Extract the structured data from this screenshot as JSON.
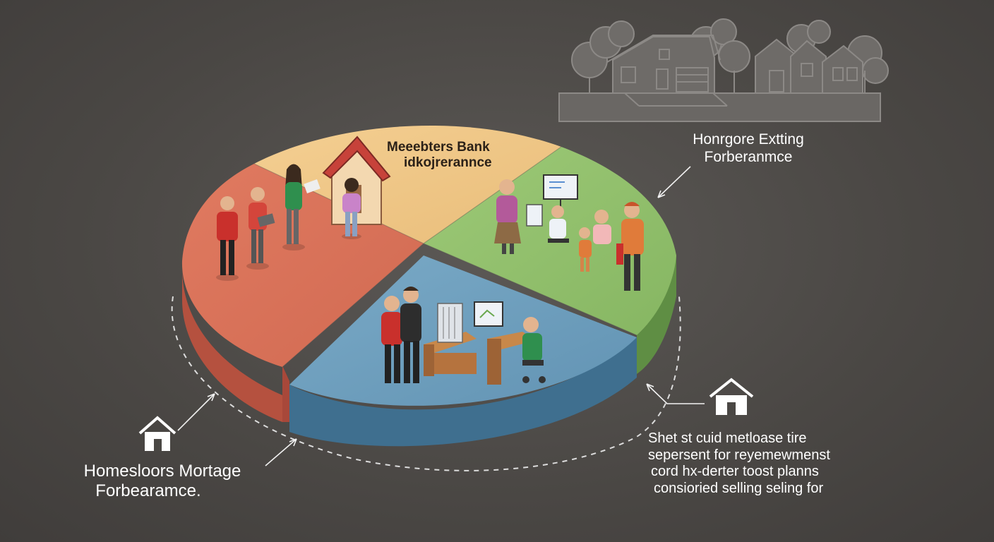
{
  "colors": {
    "background": "#4a4744",
    "slice_red": "#d9735a",
    "slice_yellow": "#efc685",
    "slice_green": "#8fbf68",
    "slice_blue": "#6e9fbe",
    "sketch": "#8a8785"
  },
  "slices": [
    {
      "id": "red",
      "color_key": "slice_red"
    },
    {
      "id": "yellow",
      "color_key": "slice_yellow"
    },
    {
      "id": "green",
      "color_key": "slice_green"
    },
    {
      "id": "blue",
      "color_key": "slice_blue"
    }
  ],
  "labels": {
    "pie_top": [
      "Meeebters Bank",
      "idkojrerannce"
    ],
    "top_right": [
      "Honrgore Extting",
      "Forberanmce"
    ],
    "bottom_left": [
      "Homesloors Mortage",
      "Forbearamce."
    ],
    "bottom_right": [
      "Shet st cuid metloase tire",
      "sepersent for reyemewmenst",
      "cord hx-derter toost planns",
      "consioried selling seling for"
    ]
  },
  "icons": {
    "house_outline": "house-icon",
    "neighborhood": "neighborhood-sketch",
    "people": "person-figure",
    "computer": "computer-monitor-icon"
  }
}
